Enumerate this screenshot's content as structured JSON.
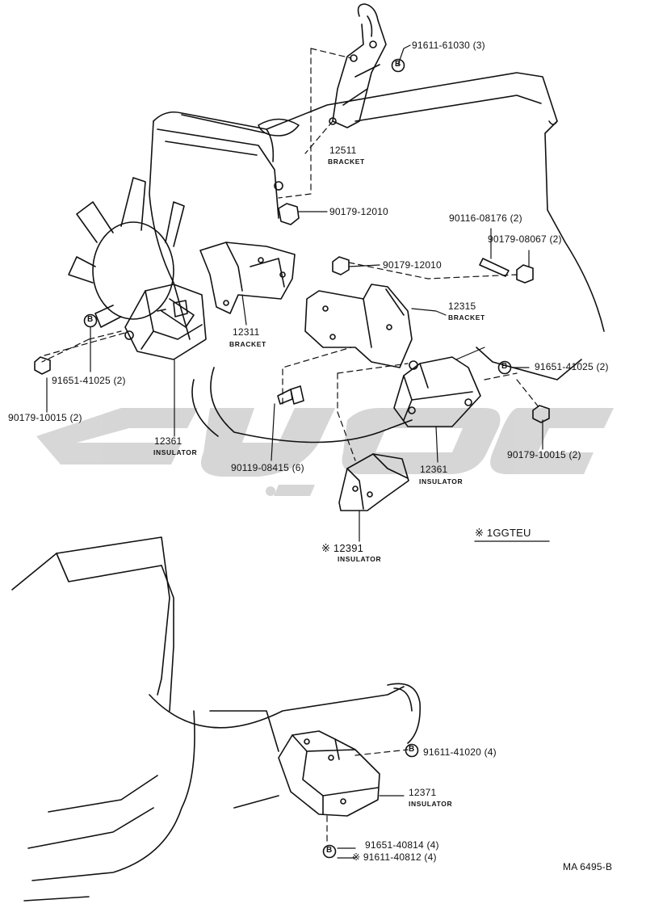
{
  "watermark": "cj-oc",
  "colors": {
    "line": "#111111",
    "watermark": "#d0d0d0",
    "background": "#ffffff"
  },
  "parts": {
    "p12511": {
      "number": "12511",
      "name": "BRACKET"
    },
    "p91611_61030": {
      "marker": "B",
      "number": "91611-61030 (3)"
    },
    "p90179_12010_a": {
      "number": "90179-12010"
    },
    "p90116_08176": {
      "number": "90116-08176 (2)"
    },
    "p90179_08067": {
      "number": "90179-08067 (2)"
    },
    "p90179_12010_b": {
      "number": "90179-12010"
    },
    "p12315": {
      "number": "12315",
      "name": "BRACKET"
    },
    "p12311": {
      "number": "12311",
      "name": "BRACKET"
    },
    "p91651_41025_l": {
      "marker": "B",
      "number": "91651-41025 (2)"
    },
    "p90179_10015_l": {
      "number": "90179-10015 (2)"
    },
    "p12361_l": {
      "number": "12361",
      "name": "INSULATOR"
    },
    "p90119_08415": {
      "number": "90119-08415 (6)"
    },
    "p91651_41025_r": {
      "marker": "B",
      "number": "91651-41025 (2)"
    },
    "p90179_10015_r": {
      "number": "90179-10015 (2)"
    },
    "p12361_r": {
      "number": "12361",
      "name": "INSULATOR"
    },
    "p12391": {
      "mark": "※",
      "number": "12391",
      "name": "INSULATOR"
    },
    "p91611_41020": {
      "marker": "B",
      "number": "91611-41020 (4)"
    },
    "p12371": {
      "number": "12371",
      "name": "INSULATOR"
    },
    "p91651_40814": {
      "marker": "B",
      "number": "91651-40814 (4)"
    },
    "p91611_40812": {
      "mark": "※",
      "number": "91611-40812 (4)"
    }
  },
  "model_note": {
    "mark": "※",
    "text": "1GGTEU"
  },
  "figure_ref": "MA 6495-B"
}
